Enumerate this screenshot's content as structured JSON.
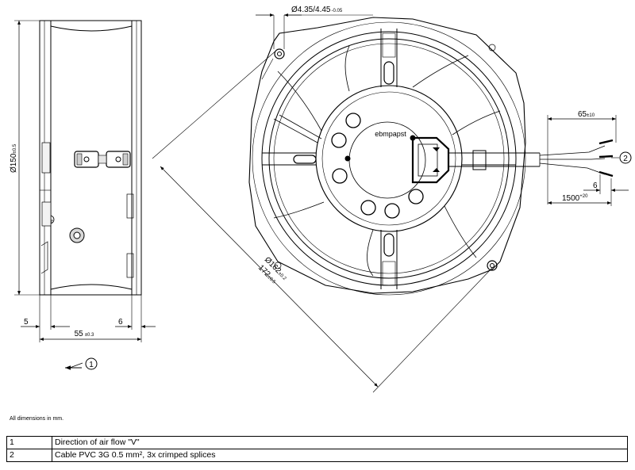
{
  "dimensions": {
    "housing_diameter": "Ø150",
    "housing_diameter_tol": "±0.5",
    "depth": "55",
    "depth_tol": "±0.3",
    "left_offset": "5",
    "right_offset": "6",
    "hole_diameter": "Ø4.35/4.45",
    "hole_diameter_tol": "-0.05",
    "bolt_circle": "Ø162",
    "bolt_circle_tol": "±0.2",
    "diagonal": "172",
    "diagonal_tol": "±0.5",
    "cable_strip": "65",
    "cable_strip_tol": "±10",
    "cable_length": "1500",
    "cable_length_tol": "+20",
    "splice_length": "6"
  },
  "brand_label": "ebmpapst",
  "callouts": {
    "airflow": "1",
    "cable": "2"
  },
  "note": "All dimensions in mm.",
  "legend": [
    {
      "num": "1",
      "text": "Direction of air flow \"V\""
    },
    {
      "num": "2",
      "text": "Cable PVC 3G 0.5 mm², 3x crimped splices"
    }
  ]
}
